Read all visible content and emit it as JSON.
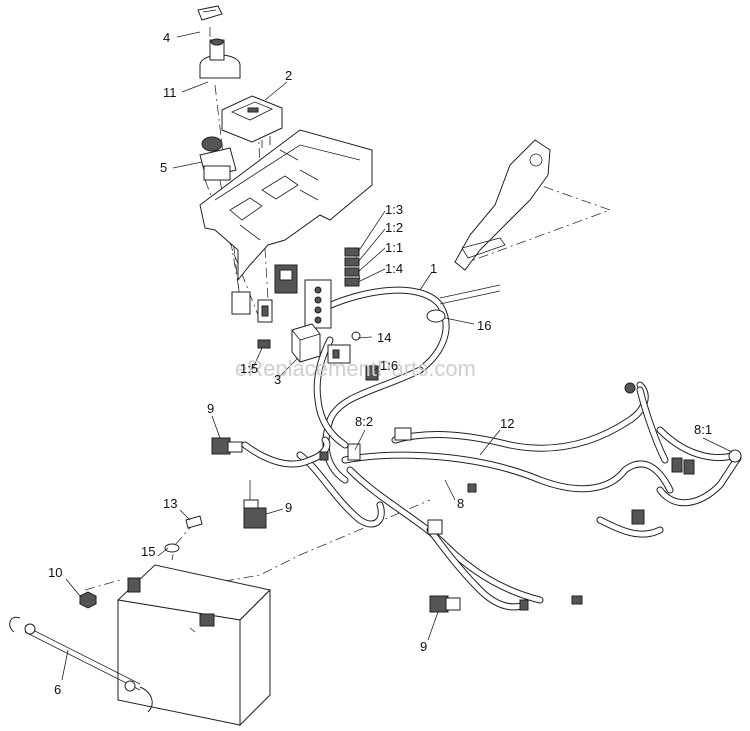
{
  "watermark": "eReplacementParts.com",
  "callouts": {
    "c4": "4",
    "c11": "11",
    "c2": "2",
    "c5": "5",
    "c1_3": "1:3",
    "c1_2": "1:2",
    "c1_1": "1:1",
    "c1_4": "1:4",
    "c1": "1",
    "c16": "16",
    "c14": "14",
    "c1_5": "1:5",
    "c3": "3",
    "c1_6": "1:6",
    "c9a": "9",
    "c8_2": "8:2",
    "c12": "12",
    "c8_1": "8:1",
    "c9b": "9",
    "c8": "8",
    "c13": "13",
    "c15": "15",
    "c10": "10",
    "c6": "6",
    "c9c": "9"
  }
}
